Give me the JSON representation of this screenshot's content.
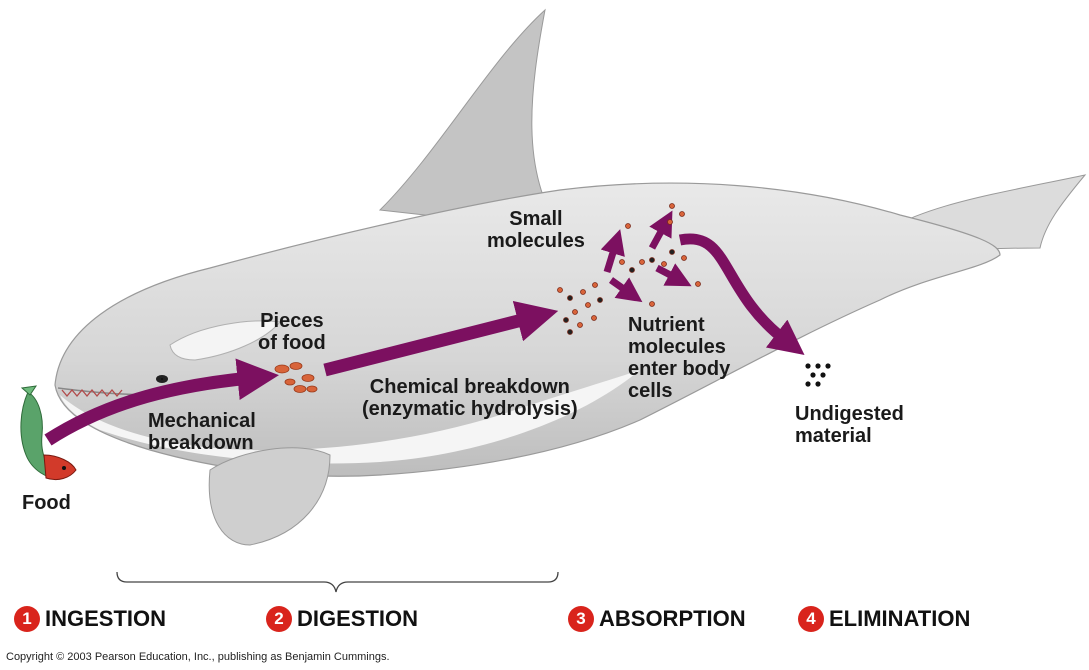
{
  "labels": {
    "food": "Food",
    "mechanical": [
      "Mechanical",
      "breakdown"
    ],
    "pieces": [
      "Pieces",
      "of food"
    ],
    "chemical": [
      "Chemical breakdown",
      "(enzymatic hydrolysis)"
    ],
    "small_molecules": [
      "Small",
      "molecules"
    ],
    "nutrient": [
      "Nutrient",
      "molecules",
      "enter body",
      "cells"
    ],
    "undigested": [
      "Undigested",
      "material"
    ]
  },
  "stages": [
    {
      "number": "1",
      "name": "INGESTION"
    },
    {
      "number": "2",
      "name": "DIGESTION"
    },
    {
      "number": "3",
      "name": "ABSORPTION"
    },
    {
      "number": "4",
      "name": "ELIMINATION"
    }
  ],
  "copyright": "Copyright © 2003 Pearson Education, Inc., publishing as Benjamin Cummings.",
  "colors": {
    "arrow": "#7c1060",
    "whale_body": "#d9d9d9",
    "whale_dark": "#a8a8a8",
    "badge": "#d9241c",
    "fish_green": "#5aa36a",
    "fish_red": "#d23a2a",
    "food_pieces": "#d8643a"
  }
}
